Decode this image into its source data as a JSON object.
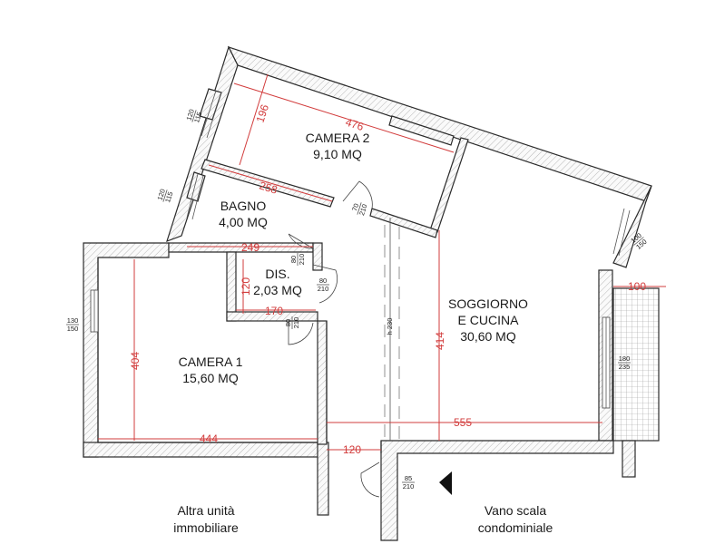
{
  "rooms": {
    "camera2": {
      "name": "CAMERA 2",
      "area": "9,10 MQ"
    },
    "bagno": {
      "name": "BAGNO",
      "area": "4,00 MQ"
    },
    "dis": {
      "name": "DIS.",
      "area": "2,03 MQ"
    },
    "camera1": {
      "name": "CAMERA 1",
      "area": "15,60 MQ"
    },
    "soggiorno": {
      "name1": "SOGGIORNO",
      "name2": "E CUCINA",
      "area": "30,60 MQ"
    }
  },
  "neighbors": {
    "altra": {
      "line1": "Altra unità",
      "line2": "immobiliare"
    },
    "vano": {
      "line1": "Vano scala",
      "line2": "condominiale"
    }
  },
  "dimensions": {
    "d476": "476",
    "d196": "196",
    "d258": "258",
    "d249": "249",
    "d120v": "120",
    "d170": "170",
    "d404": "404",
    "d444": "444",
    "d555": "555",
    "d414": "414",
    "d120h": "120",
    "d100": "100"
  },
  "openings": {
    "w1_top": "120",
    "w1_bot": "115",
    "w2_top": "120",
    "w2_bot": "115",
    "w3_top": "130",
    "w3_bot": "150",
    "w4_top": "100",
    "w4_bot": "150",
    "w5_top": "180",
    "w5_bot": "235",
    "d1_top": "70",
    "d1_bot": "210",
    "d2_top": "80",
    "d2_bot": "210",
    "d3_top": "80",
    "d3_bot": "210",
    "d4_top": "80",
    "d4_bot": "210",
    "d5_top": "85",
    "d5_bot": "210",
    "height_note": "h 230"
  },
  "colors": {
    "dimension": "#d23c3c",
    "wall": "#2b2b2b"
  }
}
